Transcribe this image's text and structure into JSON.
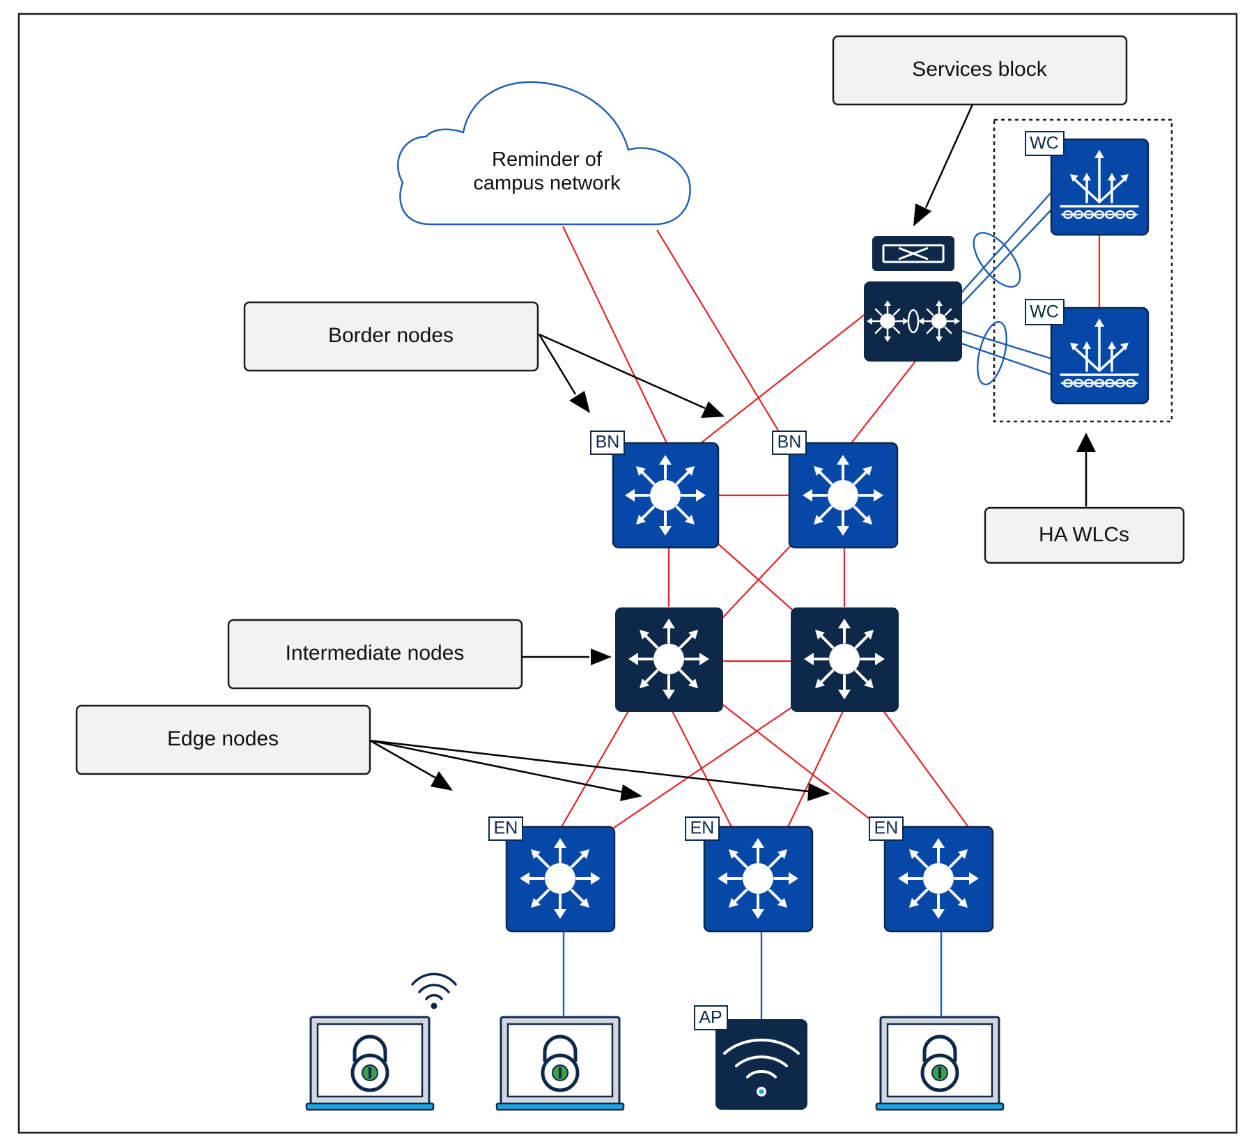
{
  "labels": {
    "services_block": "Services block",
    "border_nodes": "Border nodes",
    "intermediate_nodes": "Intermediate nodes",
    "edge_nodes": "Edge nodes",
    "ha_wlcs": "HA WLCs",
    "cloud_line1": "Reminder of",
    "cloud_line2": "campus network"
  },
  "tags": {
    "bn": "BN",
    "en": "EN",
    "wc": "WC",
    "ap": "AP"
  },
  "colors": {
    "node_blue": "#0648a8",
    "node_navy": "#0d2849",
    "link_red": "#e0262b",
    "link_blue": "#1d5eb0",
    "callout_fill": "#f2f2f2",
    "laptop_base": "#1ba5e0",
    "lock_green": "#3aa04a"
  },
  "icons": {
    "switch": "multilayer-switch-icon",
    "wlc": "wireless-lan-controller-icon",
    "services_switch": "services-switch-icon",
    "firewall": "firewall-icon",
    "access_point": "access-point-icon",
    "laptop": "secure-laptop-icon",
    "wifi": "wifi-icon",
    "cloud": "cloud-icon"
  }
}
